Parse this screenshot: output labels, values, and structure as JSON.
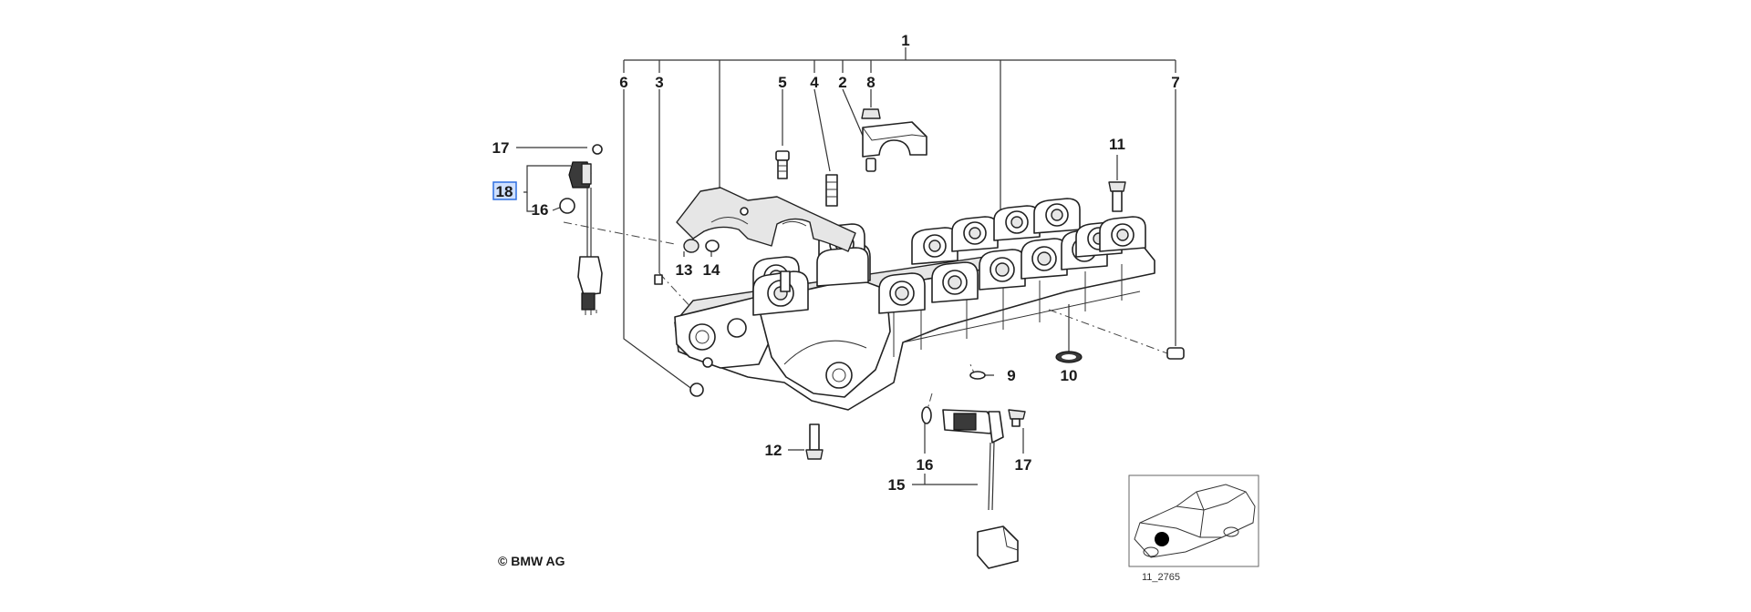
{
  "callouts": {
    "c1": "1",
    "c2": "2",
    "c3": "3",
    "c4": "4",
    "c5": "5",
    "c6": "6",
    "c7": "7",
    "c8": "8",
    "c9": "9",
    "c10": "10",
    "c11": "11",
    "c12": "12",
    "c13": "13",
    "c14": "14",
    "c15": "15",
    "c16a": "16",
    "c16b": "16",
    "c17a": "17",
    "c17b": "17",
    "c18": "18"
  },
  "selected_callout": "18",
  "copyright": "© BMW AG",
  "diagram_ref": "11_2765"
}
